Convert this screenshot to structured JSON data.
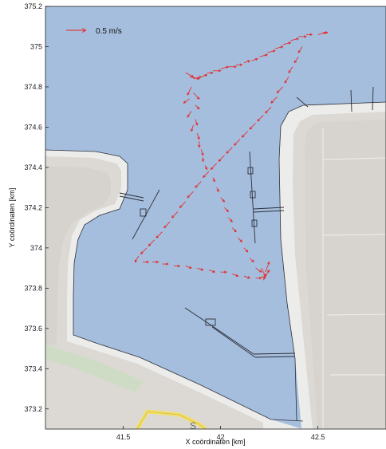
{
  "figure": {
    "xlabel": "X coördinaten [km]",
    "ylabel": "Y coördinaten [km]",
    "xlim": [
      41.1,
      42.85
    ],
    "ylim": [
      373.1,
      375.2
    ],
    "x_ticks": [
      "41.5",
      "42",
      "42.5"
    ],
    "x_tick_values": [
      41.5,
      42.0,
      42.5
    ],
    "y_ticks": [
      "373.2",
      "373.4",
      "373.6",
      "373.8",
      "374",
      "374.2",
      "374.4",
      "374.6",
      "374.8",
      "375",
      "375.2"
    ],
    "y_tick_values": [
      373.2,
      373.4,
      373.6,
      373.8,
      374.0,
      374.2,
      374.4,
      374.6,
      374.8,
      375.0,
      375.2
    ],
    "legend_scale_label": "0.5 m/s",
    "legend_scale_value_ms": 0.5,
    "colors": {
      "water": "#a6bedd",
      "land": "#ececea",
      "quay": "#dcd9d4",
      "vectors": "#e8211f",
      "road": "#f3e06a"
    }
  },
  "map_labels": {
    "road_fragment": "S"
  },
  "vectors": [
    [
      41.82,
      374.87,
      0.04,
      -0.02
    ],
    [
      41.84,
      374.85,
      0.05,
      -0.01
    ],
    [
      41.86,
      374.84,
      0.04,
      0.01
    ],
    [
      41.85,
      374.8,
      -0.02,
      -0.04
    ],
    [
      41.86,
      374.77,
      0.03,
      -0.03
    ],
    [
      41.84,
      374.74,
      -0.03,
      -0.02
    ],
    [
      41.87,
      374.71,
      0.02,
      -0.02
    ],
    [
      41.85,
      374.68,
      -0.02,
      -0.03
    ],
    [
      41.87,
      374.64,
      0.01,
      -0.03
    ],
    [
      41.86,
      374.61,
      -0.01,
      -0.03
    ],
    [
      41.88,
      374.57,
      0.01,
      -0.03
    ],
    [
      41.89,
      374.53,
      0.0,
      -0.03
    ],
    [
      41.9,
      374.49,
      0.01,
      -0.03
    ],
    [
      41.91,
      374.45,
      0.0,
      -0.02
    ],
    [
      41.92,
      374.41,
      0.01,
      -0.02
    ],
    [
      41.9,
      374.85,
      0.03,
      0.01
    ],
    [
      41.93,
      374.87,
      0.03,
      0.0
    ],
    [
      41.96,
      374.88,
      0.04,
      0.0
    ],
    [
      42.0,
      374.89,
      0.04,
      0.01
    ],
    [
      42.04,
      374.9,
      0.04,
      0.0
    ],
    [
      42.08,
      374.91,
      0.03,
      0.0
    ],
    [
      42.12,
      374.92,
      0.03,
      0.01
    ],
    [
      42.16,
      374.93,
      0.03,
      0.01
    ],
    [
      42.2,
      374.95,
      0.04,
      0.01
    ],
    [
      42.24,
      374.97,
      0.04,
      0.01
    ],
    [
      42.28,
      374.99,
      0.04,
      0.01
    ],
    [
      42.32,
      375.01,
      0.04,
      0.01
    ],
    [
      42.36,
      375.03,
      0.04,
      0.01
    ],
    [
      42.4,
      375.05,
      0.04,
      0.0
    ],
    [
      42.44,
      375.06,
      0.03,
      0.0
    ],
    [
      42.5,
      375.06,
      0.04,
      0.01
    ],
    [
      42.53,
      375.07,
      0.02,
      0.0
    ],
    [
      42.42,
      375.0,
      -0.02,
      -0.03
    ],
    [
      42.4,
      374.95,
      -0.02,
      -0.03
    ],
    [
      42.37,
      374.9,
      -0.02,
      -0.03
    ],
    [
      42.35,
      374.85,
      -0.02,
      -0.03
    ],
    [
      42.32,
      374.8,
      -0.03,
      -0.03
    ],
    [
      42.29,
      374.75,
      -0.03,
      -0.03
    ],
    [
      42.26,
      374.7,
      -0.03,
      -0.03
    ],
    [
      42.22,
      374.66,
      -0.03,
      -0.03
    ],
    [
      42.18,
      374.62,
      -0.03,
      -0.03
    ],
    [
      42.14,
      374.58,
      -0.03,
      -0.03
    ],
    [
      42.1,
      374.54,
      -0.03,
      -0.03
    ],
    [
      42.06,
      374.5,
      -0.03,
      -0.03
    ],
    [
      42.02,
      374.46,
      -0.03,
      -0.03
    ],
    [
      41.98,
      374.42,
      -0.03,
      -0.03
    ],
    [
      41.94,
      374.38,
      -0.03,
      -0.03
    ],
    [
      41.9,
      374.33,
      -0.03,
      -0.03
    ],
    [
      41.86,
      374.28,
      -0.03,
      -0.03
    ],
    [
      41.82,
      374.23,
      -0.03,
      -0.03
    ],
    [
      41.78,
      374.18,
      -0.03,
      -0.03
    ],
    [
      41.74,
      374.13,
      -0.03,
      -0.03
    ],
    [
      41.7,
      374.08,
      -0.03,
      -0.03
    ],
    [
      41.66,
      374.04,
      -0.03,
      -0.03
    ],
    [
      41.62,
      374.0,
      -0.03,
      -0.03
    ],
    [
      41.58,
      373.96,
      -0.02,
      -0.03
    ],
    [
      41.96,
      374.35,
      0.01,
      -0.02
    ],
    [
      41.98,
      374.3,
      0.01,
      -0.02
    ],
    [
      42.0,
      374.25,
      0.02,
      -0.02
    ],
    [
      42.02,
      374.2,
      0.02,
      -0.02
    ],
    [
      42.04,
      374.15,
      0.02,
      -0.02
    ],
    [
      42.06,
      374.1,
      0.02,
      -0.02
    ],
    [
      42.09,
      374.05,
      0.02,
      -0.02
    ],
    [
      42.12,
      374.0,
      0.02,
      -0.02
    ],
    [
      42.15,
      373.95,
      0.02,
      -0.02
    ],
    [
      42.18,
      373.9,
      0.03,
      -0.02
    ],
    [
      42.21,
      373.86,
      0.02,
      -0.01
    ],
    [
      41.6,
      373.93,
      0.03,
      0.0
    ],
    [
      41.65,
      373.93,
      0.03,
      0.0
    ],
    [
      41.7,
      373.92,
      0.03,
      0.0
    ],
    [
      41.76,
      373.91,
      0.03,
      0.0
    ],
    [
      41.82,
      373.91,
      0.03,
      -0.01
    ],
    [
      41.88,
      373.9,
      0.03,
      -0.01
    ],
    [
      41.94,
      373.89,
      0.03,
      -0.01
    ],
    [
      42.0,
      373.88,
      0.03,
      0.0
    ],
    [
      42.06,
      373.87,
      0.03,
      -0.01
    ],
    [
      42.12,
      373.86,
      0.03,
      -0.01
    ],
    [
      42.18,
      373.85,
      0.03,
      0.0
    ],
    [
      42.23,
      373.88,
      0.02,
      0.05
    ],
    [
      42.22,
      373.84,
      0.03,
      0.05
    ],
    [
      42.21,
      373.9,
      0.02,
      -0.04
    ]
  ]
}
